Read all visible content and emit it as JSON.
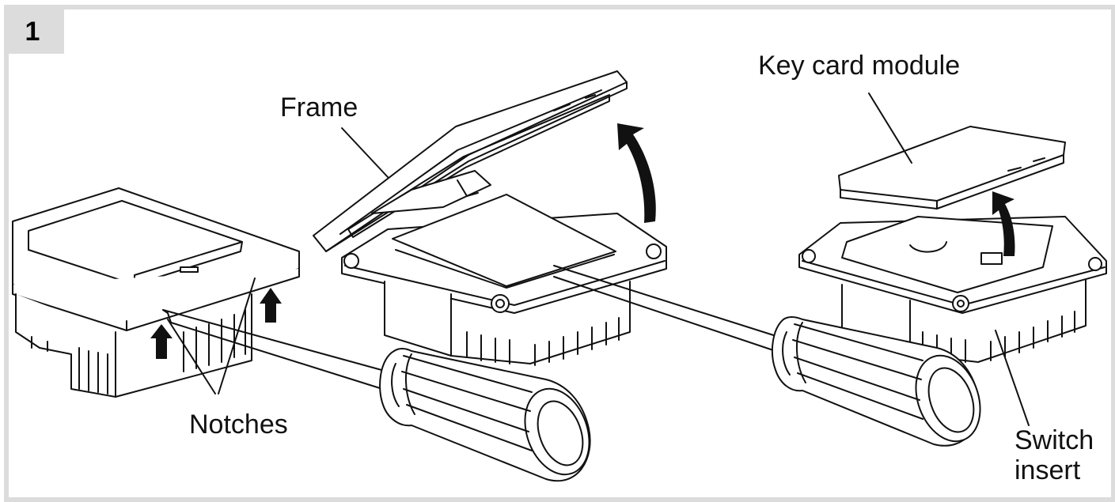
{
  "step_number": "1",
  "labels": {
    "frame": "Frame",
    "key_card_module": "Key card module",
    "notches": "Notches",
    "switch_insert_line1": "Switch",
    "switch_insert_line2": "insert"
  },
  "colors": {
    "border": "#dcdcdc",
    "line": "#111111",
    "arrow": "#111111"
  }
}
